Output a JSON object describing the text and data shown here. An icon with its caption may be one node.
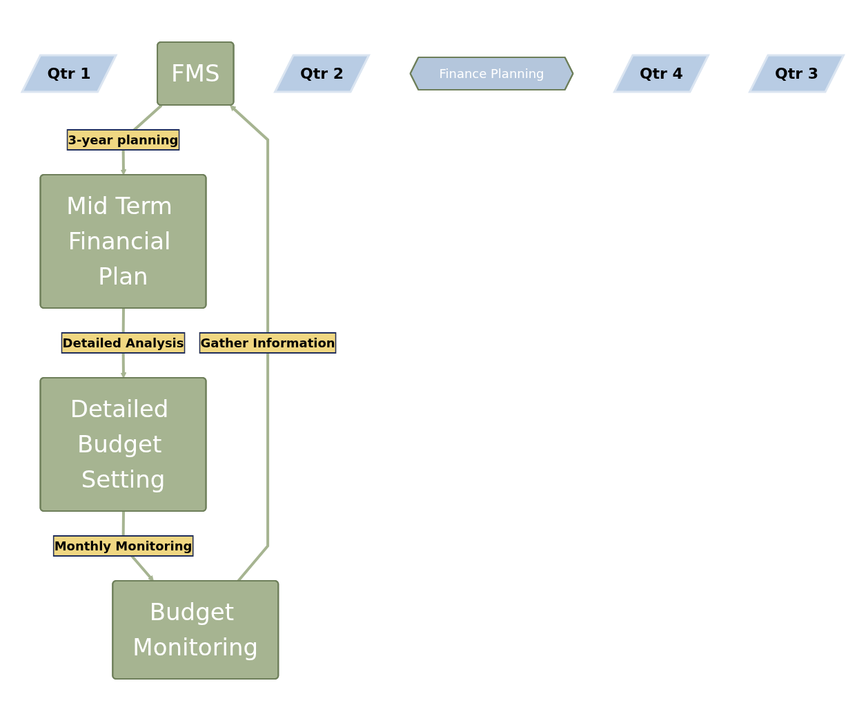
{
  "diagram": {
    "nodes": [
      {
        "text": [
          "Qtr 1"
        ]
      },
      {
        "text": [
          "FMS"
        ]
      },
      {
        "text": [
          "Qtr 2"
        ]
      },
      {
        "text": [
          "Budget Monitoring"
        ]
      },
      {
        "text": [
          "Finance Planning"
        ]
      },
      {
        "text": [
          "Mid Term Financial Plan"
        ]
      },
      {
        "text": [
          "Qtr 4"
        ]
      },
      {
        "text": [
          "Detailed Budget Setting"
        ]
      },
      {
        "text": [
          "Qtr 3"
        ]
      }
    ],
    "edges": [
      {
        "from": 3,
        "to": 1,
        "arrow": "to",
        "label": "Gather Information"
      },
      {
        "from": 1,
        "to": 5,
        "arrow": "to",
        "label": "3-year planning"
      },
      {
        "from": 5,
        "to": 7,
        "arrow": "to",
        "label": "Detailed Analysis"
      },
      {
        "from": 7,
        "to": 3,
        "arrow": "to",
        "label": "Monthly Monitoring"
      }
    ]
  }
}
